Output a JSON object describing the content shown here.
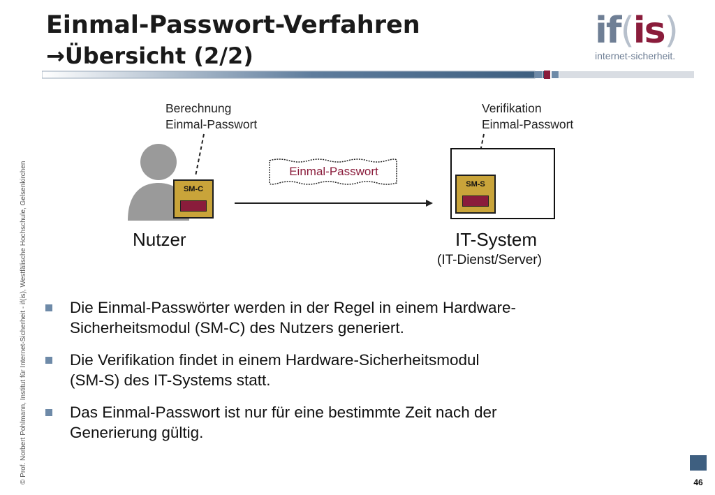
{
  "header": {
    "title": "Einmal-Passwort-Verfahren",
    "subtitle": "Übersicht (2/2)",
    "arrow_icon": "arrow-right-icon"
  },
  "logo": {
    "if": "if",
    "paren_open": "(",
    "is": "is",
    "paren_close": ")",
    "tagline": "internet-sicherheit."
  },
  "colors": {
    "accent_maroon": "#8a1c3b",
    "accent_blue": "#3e5f80",
    "bullet_blue": "#6e8aa8",
    "module_gold": "#c9a43a"
  },
  "side_note": "© Prof.  Norbert Pohlmann, Institut für Internet-Sicherheit - if(is), Westfälische Hochschule, Gelsenkirchen",
  "diagram": {
    "left_annotation": [
      "Berechnung",
      "Einmal-Passwort"
    ],
    "right_annotation": [
      "Verifikation",
      "Einmal-Passwort"
    ],
    "client_module": "SM-C",
    "server_module": "SM-S",
    "message": "Einmal-Passwort",
    "user_label": "Nutzer",
    "system_label": "IT-System",
    "system_sublabel": "(IT-Dienst/Server)"
  },
  "bullets": [
    {
      "line1": "Die Einmal-Passwörter werden in der Regel in einem Hardware-",
      "line2": "Sicherheitsmodul (SM-C) des Nutzers generiert."
    },
    {
      "line1": "Die Verifikation findet in einem Hardware-Sicherheitsmodul",
      "line2": "(SM-S) des IT-Systems statt."
    },
    {
      "line1": "Das Einmal-Passwort ist nur für eine bestimmte Zeit nach der",
      "line2": "Generierung gültig."
    }
  ],
  "page_number": "46"
}
